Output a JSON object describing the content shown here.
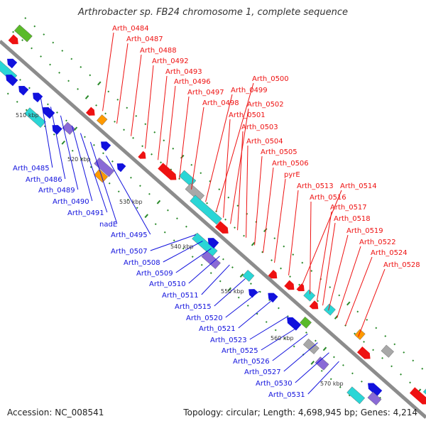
{
  "title": "Arthrobacter sp. FB24 chromosome 1, complete sequence",
  "accession": "Accession: NC_008541",
  "topology": "Topology: circular; Length: 4,698,945 bp; Genes: 4,214",
  "colors": {
    "forward": "#ee1111",
    "reverse": "#1111dd",
    "backbone": "#8c8c8c",
    "tick": "#2a8a2a",
    "cyan": "#2ad6d6",
    "purple": "#8a6ad6",
    "orange": "#ff9a00",
    "gray": "#a8a8a8",
    "green": "#5aba2a"
  },
  "kbp_labels": [
    "510 kbp",
    "520 kbp",
    "530 kbp",
    "540 kbp",
    "550 kbp",
    "560 kbp",
    "570 kbp"
  ],
  "forward_genes": [
    "Arth_0484",
    "Arth_0487",
    "Arth_0488",
    "Arth_0492",
    "Arth_0493",
    "Arth_0496",
    "Arth_0497",
    "Arth_0498",
    "Arth_0499",
    "Arth_0500",
    "Arth_0501",
    "Arth_0502",
    "Arth_0503",
    "Arth_0504",
    "Arth_0505",
    "Arth_0506",
    "pyrE",
    "Arth_0513",
    "Arth_0514",
    "Arth_0516",
    "Arth_0517",
    "Arth_0518",
    "Arth_0519",
    "Arth_0522",
    "Arth_0524",
    "Arth_0528"
  ],
  "reverse_genes": [
    "Arth_0485",
    "Arth_0486",
    "Arth_0489",
    "Arth_0490",
    "Arth_0491",
    "nadE",
    "Arth_0495",
    "Arth_0507",
    "Arth_0508",
    "Arth_0509",
    "Arth_0510",
    "Arth_0511",
    "Arth_0515",
    "Arth_0520",
    "Arth_0521",
    "Arth_0523",
    "Arth_0525",
    "Arth_0526",
    "Arth_0527",
    "Arth_0530",
    "Arth_0531"
  ]
}
